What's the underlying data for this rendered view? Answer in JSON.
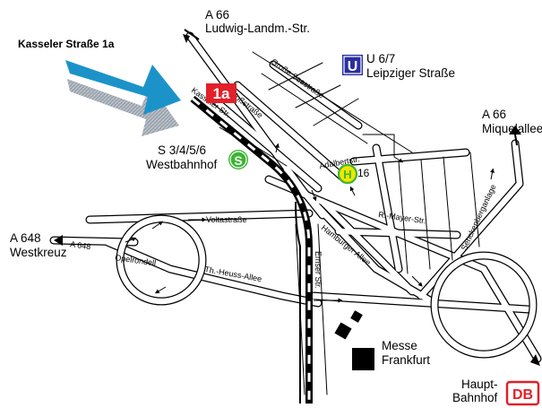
{
  "destination": {
    "caption": "Kasseler Straße 1a",
    "marker": "1a"
  },
  "places": {
    "a66_north": {
      "road": "A 66",
      "street": "Ludwig-Landm.-Str."
    },
    "a66_east": {
      "road": "A 66",
      "street": "Miquelallee"
    },
    "a648_west": {
      "road": "A 648",
      "street": "Westkreuz"
    },
    "ubahn": {
      "symbol": "U",
      "line": "U 6/7",
      "station": "Leipziger Straße"
    },
    "sbahn": {
      "symbol": "S",
      "line": "S 3/4/5/6",
      "station": "Westbahnhof"
    },
    "tram": {
      "symbol": "H",
      "line": "16"
    },
    "messe": {
      "name": "Messe",
      "city": "Frankfurt"
    },
    "hauptbahnhof": {
      "line1": "Haupt-",
      "line2": "Bahnhof",
      "logo": "DB"
    }
  },
  "streets": {
    "kasseler": "Kasseler Str.",
    "schloss": "Schloßstraße",
    "grosse_see": "Große Seestraße",
    "adalbert": "Adalbertstr.",
    "voltastrasse": "Voltastraße",
    "a648_road": "A 648",
    "opelrondell": "Opelrondell",
    "heuss": "Th.-Heuss-Allee",
    "emser": "Emser Str.",
    "hamburger": "Hamburger Allee",
    "mayer": "R.-Mayer-Str.",
    "senckenberg": "Senckenberganlage"
  },
  "colors": {
    "arrow_blue": "#1b93c9",
    "marker_red": "#e2202a",
    "ubahn_blue": "#2a2fa0",
    "station_green": "#3cb534",
    "tram_yellow": "#f2e600",
    "db_red": "#e2202a"
  }
}
